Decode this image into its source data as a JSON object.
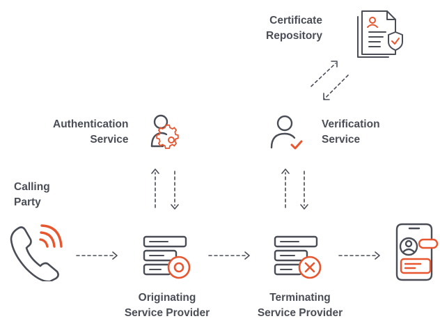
{
  "labels": {
    "certificate_repository": [
      "Certificate",
      "Repository"
    ],
    "authentication_service": [
      "Authentication",
      "Service"
    ],
    "verification_service": [
      "Verification",
      "Service"
    ],
    "calling_party": [
      "Calling",
      "Party"
    ],
    "originating_provider": [
      "Originating",
      "Service Provider"
    ],
    "terminating_provider": [
      "Terminating",
      "Service Provider"
    ]
  },
  "colors": {
    "stroke": "#4a4d56",
    "accent": "#e8562f",
    "text": "#4a4d56"
  },
  "icons": {
    "certificate": "certificate-document-icon",
    "auth": "user-gear-icon",
    "verify": "user-check-icon",
    "phone": "phone-ringing-icon",
    "server_orig": "server-circle-icon",
    "server_term": "server-x-icon",
    "called": "mobile-contact-icon"
  }
}
